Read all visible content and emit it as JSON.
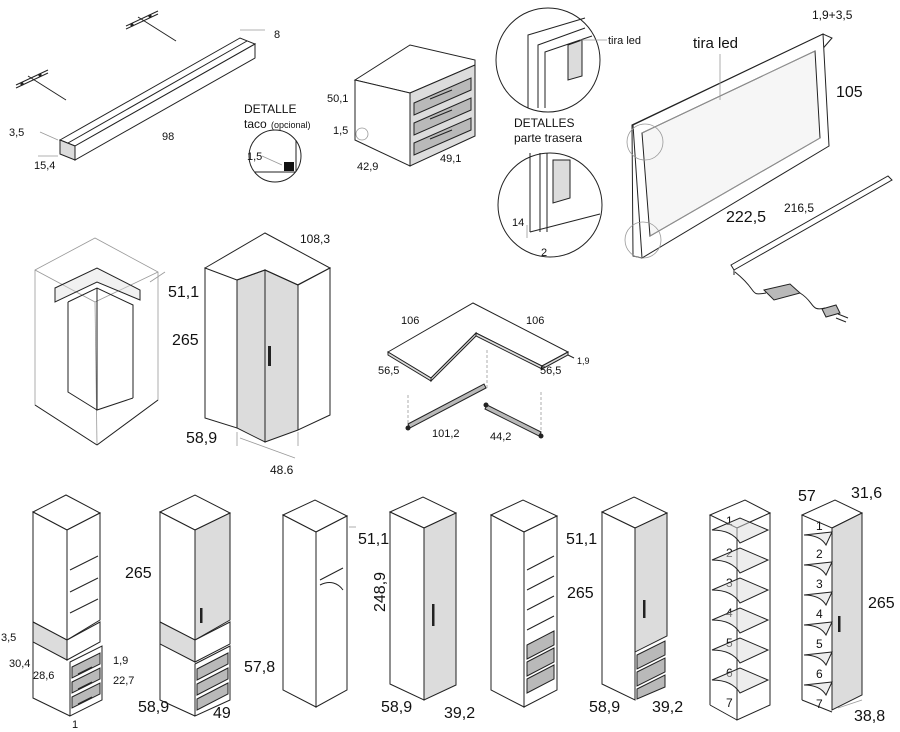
{
  "shelf": {
    "d_8": "8",
    "d_35": "3,5",
    "d_154": "15,4",
    "d_98": "98"
  },
  "detail_taco": {
    "title": "DETALLE",
    "subtitle_taco": "taco",
    "subtitle_opt": "(opcional)",
    "d_15": "1,5"
  },
  "nightstand": {
    "d_501": "50,1",
    "d_15": "1,5",
    "d_429": "42,9",
    "d_491": "49,1"
  },
  "details_back": {
    "tira_led_small": "tira led",
    "title": "DETALLES",
    "subtitle": "parte trasera",
    "d_14": "14",
    "d_2": "2"
  },
  "led_panel": {
    "d_top": "1,9+3,5",
    "tira_led": "tira led",
    "d_105": "105",
    "d_2225": "222,5",
    "d_2165": "216,5"
  },
  "corner_unit": {
    "d_511": "51,1",
    "d_265": "265",
    "d_1083": "108,3",
    "d_589": "58,9",
    "d_486": "48.6"
  },
  "corner_top": {
    "d_106a": "106",
    "d_106b": "106",
    "d_565a": "56,5",
    "d_565b": "56,5",
    "d_19": "1,9",
    "d_1012": "101,2",
    "d_442": "44,2"
  },
  "bottom_row": {
    "a_35": "3,5",
    "a_304": "30,4",
    "a_286": "28,6",
    "a_19": "1,9",
    "a_227": "22,7",
    "a_1": "1",
    "b_265": "265",
    "b_578": "57,8",
    "b_589": "58,9",
    "b_49": "49",
    "c_511": "51,1",
    "d_2489": "248,9",
    "d_589": "58,9",
    "d_392": "39,2",
    "e_511": "51,1",
    "e_265": "265",
    "f_589": "58,9",
    "f_392": "39,2",
    "g_57": "57",
    "g_316": "31,6",
    "g_265": "265",
    "g_388": "38,8",
    "shelf_nums": [
      "1",
      "2",
      "3",
      "4",
      "5",
      "6",
      "7"
    ]
  }
}
